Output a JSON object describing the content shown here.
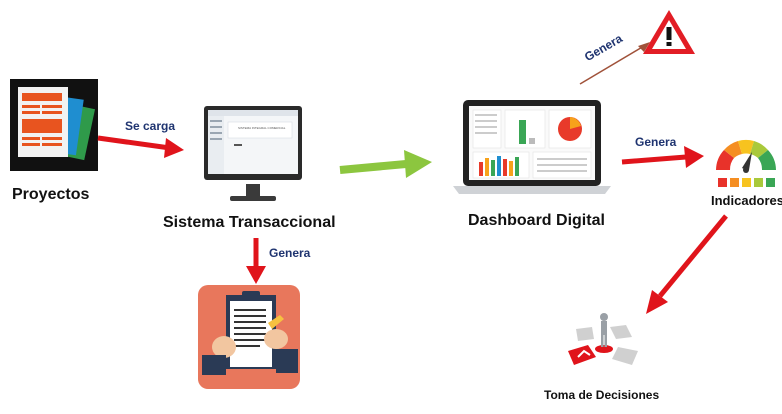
{
  "nodes": {
    "projects": {
      "label": "Proyectos"
    },
    "transactional": {
      "label": "Sistema Transaccional",
      "screen_title": "SISTEMA INTEGRAL COMERCIAL"
    },
    "dashboard": {
      "label": "Dashboard Digital"
    },
    "indicators": {
      "label": "Indicadores"
    },
    "decisions": {
      "label": "Toma de Decisiones"
    }
  },
  "edges": {
    "load": {
      "label": "Se carga"
    },
    "generate_report": {
      "label": "Genera"
    },
    "generate_alert": {
      "label": "Genera"
    },
    "generate_indicators": {
      "label": "Genera"
    }
  },
  "icons": {
    "alert": "warning-triangle-icon",
    "gauge": "gauge-icon"
  },
  "colors": {
    "arrow_red": "#e0141b",
    "arrow_green": "#8cc63f",
    "arrow_brown": "#a0523a",
    "label_blue": "#1f3470"
  }
}
